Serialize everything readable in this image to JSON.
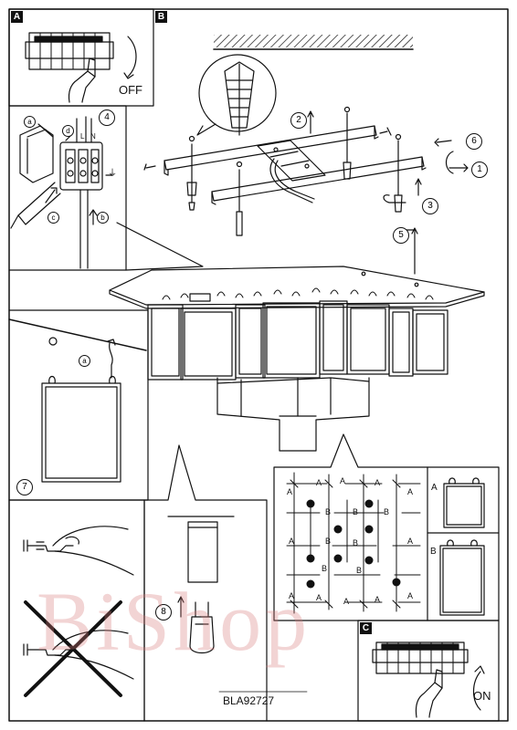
{
  "panels": {
    "a_letter": "A",
    "b_letter": "B",
    "c_letter": "C",
    "off_label": "OFF",
    "on_label": "ON"
  },
  "steps": [
    "1",
    "2",
    "3",
    "4",
    "5",
    "6",
    "7",
    "8"
  ],
  "wiring": {
    "a": "a",
    "b": "b",
    "c": "c",
    "d": "d",
    "L": "L",
    "N": "N",
    "earth_symbol": "⏚"
  },
  "hanging": {
    "a": "a"
  },
  "grid_labels": {
    "a": "A",
    "b": "B"
  },
  "pane_labels": {
    "a": "A",
    "b": "B"
  },
  "model_code": "BLA92727",
  "watermark": "BiShop"
}
